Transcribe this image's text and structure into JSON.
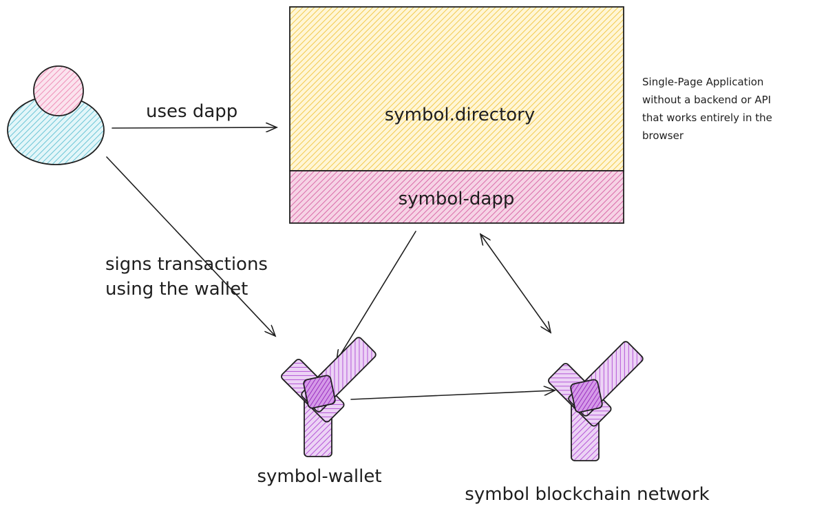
{
  "nodes": {
    "app_box": {
      "label": "symbol.directory",
      "fill": "#ffe28a"
    },
    "dapp_box": {
      "label": "symbol-dapp",
      "fill": "#e8a0c8"
    },
    "wallet": {
      "label": "symbol-wallet",
      "fill": "#b455d6"
    },
    "network": {
      "label": "symbol blockchain network",
      "fill": "#b455d6"
    },
    "user": {
      "head_fill": "#f4a6c6",
      "body_fill": "#8fd3e0"
    }
  },
  "edges": {
    "uses_dapp": "uses dapp",
    "signs_line1": "signs transactions",
    "signs_line2": "using the wallet"
  },
  "note": {
    "line1": "Single-Page Application",
    "line2": "without a backend or API",
    "line3": "that works entirely in the",
    "line4": "browser"
  },
  "icons": {
    "user": "user-icon",
    "wallet": "symbol-logo-icon",
    "network": "symbol-logo-icon"
  }
}
